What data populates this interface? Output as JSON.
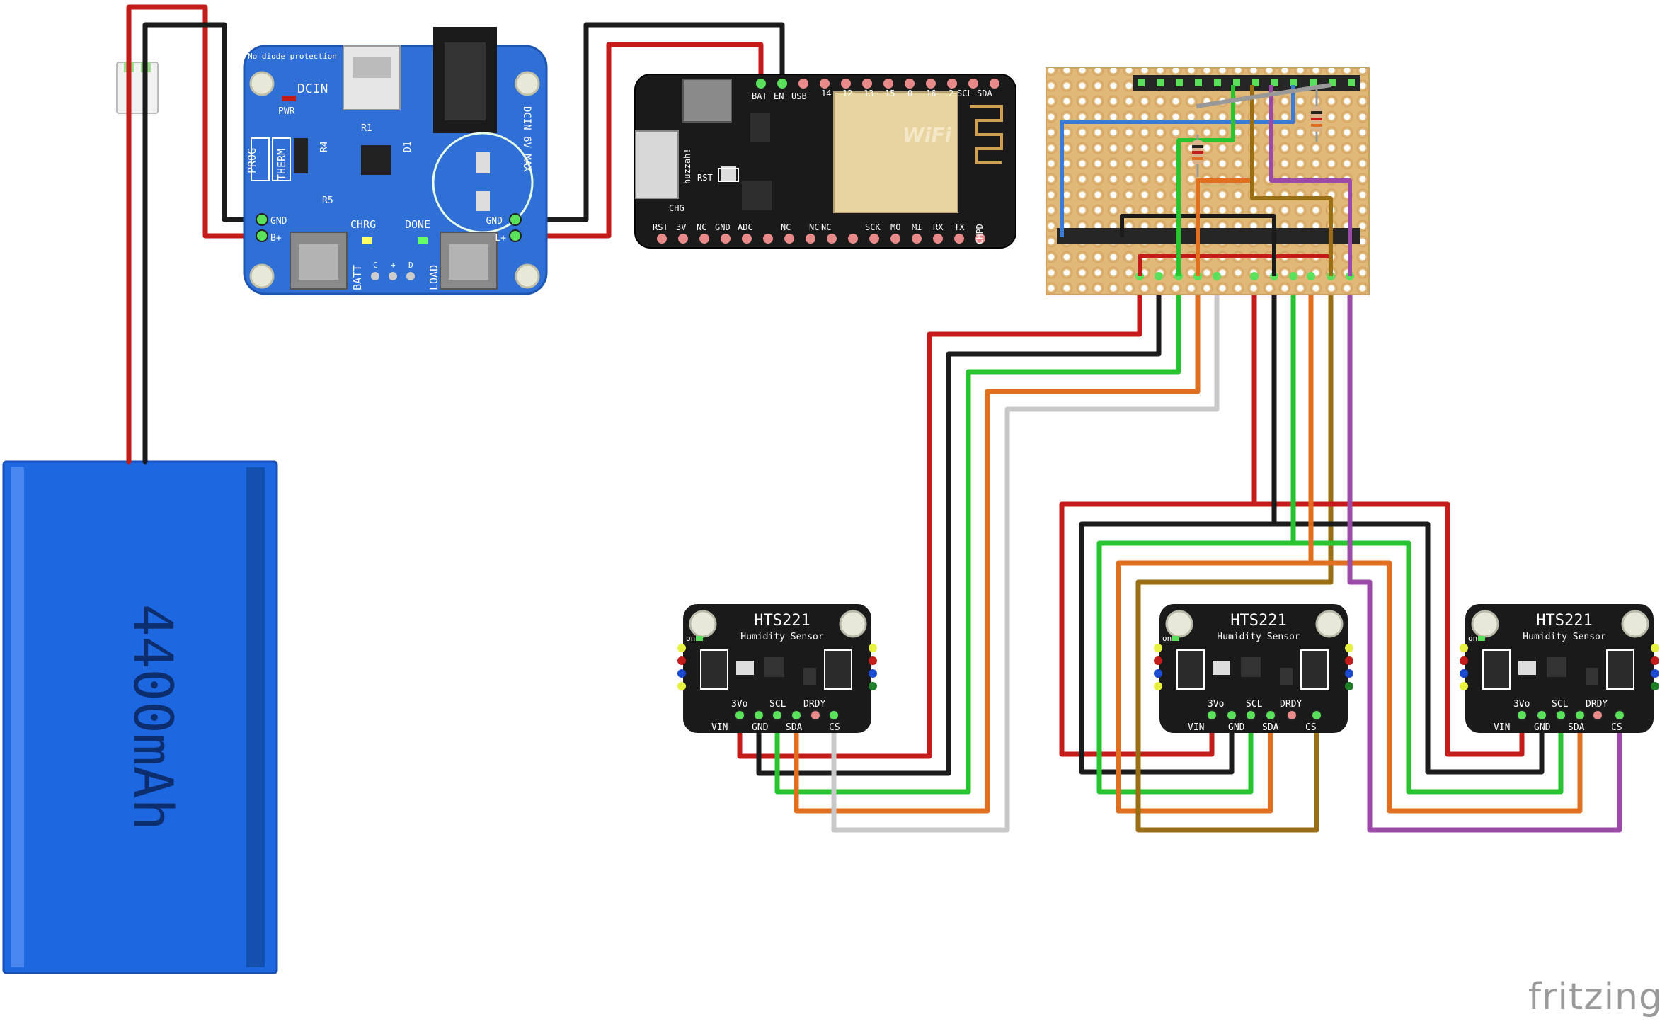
{
  "battery": {
    "label": "4400mAh"
  },
  "charger": {
    "note": "No diode\nprotection",
    "labels": [
      "DCIN",
      "PWR",
      "R1",
      "D1",
      "PROG",
      "THERM",
      "R4",
      "R5",
      "GND",
      "B+",
      "CHRG",
      "DONE",
      "BATT",
      "LOAD",
      "GND",
      "L+",
      "DCIN\n6V MAX",
      "C",
      "+",
      "D"
    ]
  },
  "feather": {
    "top_labels": [
      "BAT",
      "EN",
      "USB",
      "14",
      "12",
      "13",
      "15",
      "0",
      "16",
      "2",
      "SCL",
      "SDA"
    ],
    "bottom_labels": [
      "RST",
      "3V",
      "NC",
      "GND",
      "ADC",
      "NC",
      "NC",
      "NC",
      "SCK",
      "MO",
      "MI",
      "RX",
      "TX",
      "CHPD"
    ],
    "side_labels": [
      "RST",
      "huzzah!",
      "CHG"
    ],
    "wifi_label": "WiFi"
  },
  "sensors": [
    {
      "title": "HTS221",
      "subtitle": "Humidity Sensor",
      "on_label": "on",
      "pins_top": [
        "3Vo",
        "SCL",
        "DRDY"
      ],
      "pins_bottom": [
        "VIN",
        "GND",
        "SDA",
        "CS"
      ]
    },
    {
      "title": "HTS221",
      "subtitle": "Humidity Sensor",
      "on_label": "on",
      "pins_top": [
        "3Vo",
        "SCL",
        "DRDY"
      ],
      "pins_bottom": [
        "VIN",
        "GND",
        "SDA",
        "CS"
      ]
    },
    {
      "title": "HTS221",
      "subtitle": "Humidity Sensor",
      "on_label": "on",
      "pins_top": [
        "3Vo",
        "SCL",
        "DRDY"
      ],
      "pins_bottom": [
        "VIN",
        "GND",
        "SDA",
        "CS"
      ]
    }
  ],
  "watermark": "fritzing",
  "colors": {
    "red": "#c41b1b",
    "black": "#1b1b1b",
    "green": "#27c42f",
    "orange": "#e07020",
    "white": "#c8c8c8",
    "brown": "#9a6e14",
    "purple": "#9c4aa8",
    "blue": "#3a7bd5",
    "board_blue": "#2f6fd6",
    "battery_blue": "#1d67e0",
    "stripboard": "#e0b878"
  }
}
